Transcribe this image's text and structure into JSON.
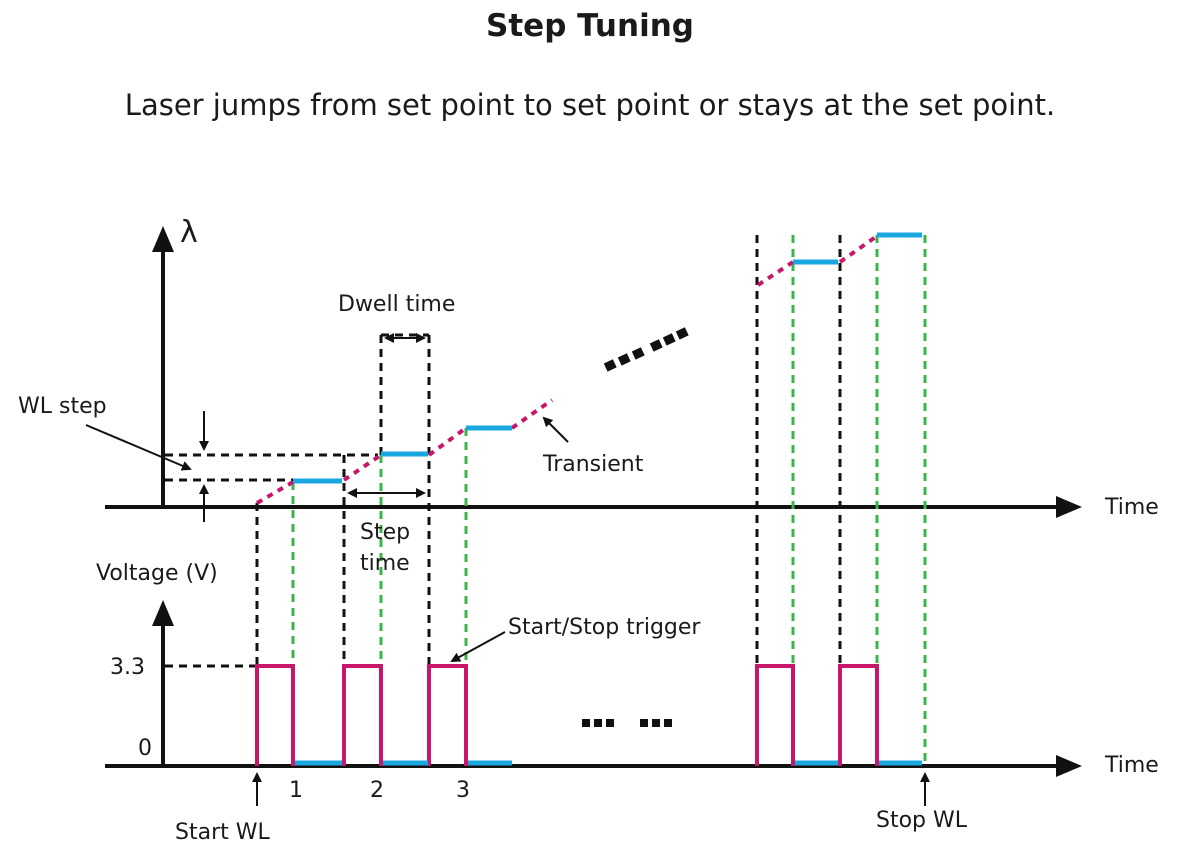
{
  "title": "Step Tuning",
  "subtitle": "Laser jumps from set point to set point or stays at the set point.",
  "diagram": {
    "upper_axis_label": "λ",
    "time_label_upper": "Time",
    "time_label_lower": "Time",
    "voltage_label": "Voltage (V)",
    "tick_high": "3.3",
    "tick_zero": "0",
    "wl_step": "WL step",
    "dwell_time": "Dwell time",
    "step_time_1": "Step",
    "step_time_2": "time",
    "transient": "Transient",
    "start_stop_trigger": "Start/Stop trigger",
    "start_wl": "Start WL",
    "stop_wl": "Stop WL",
    "pulse_numbers": [
      "1",
      "2",
      "3"
    ]
  },
  "colors": {
    "trigger": "#c8176a",
    "dwell": "#1aa7e0",
    "dashed_green": "#3cb44b"
  }
}
